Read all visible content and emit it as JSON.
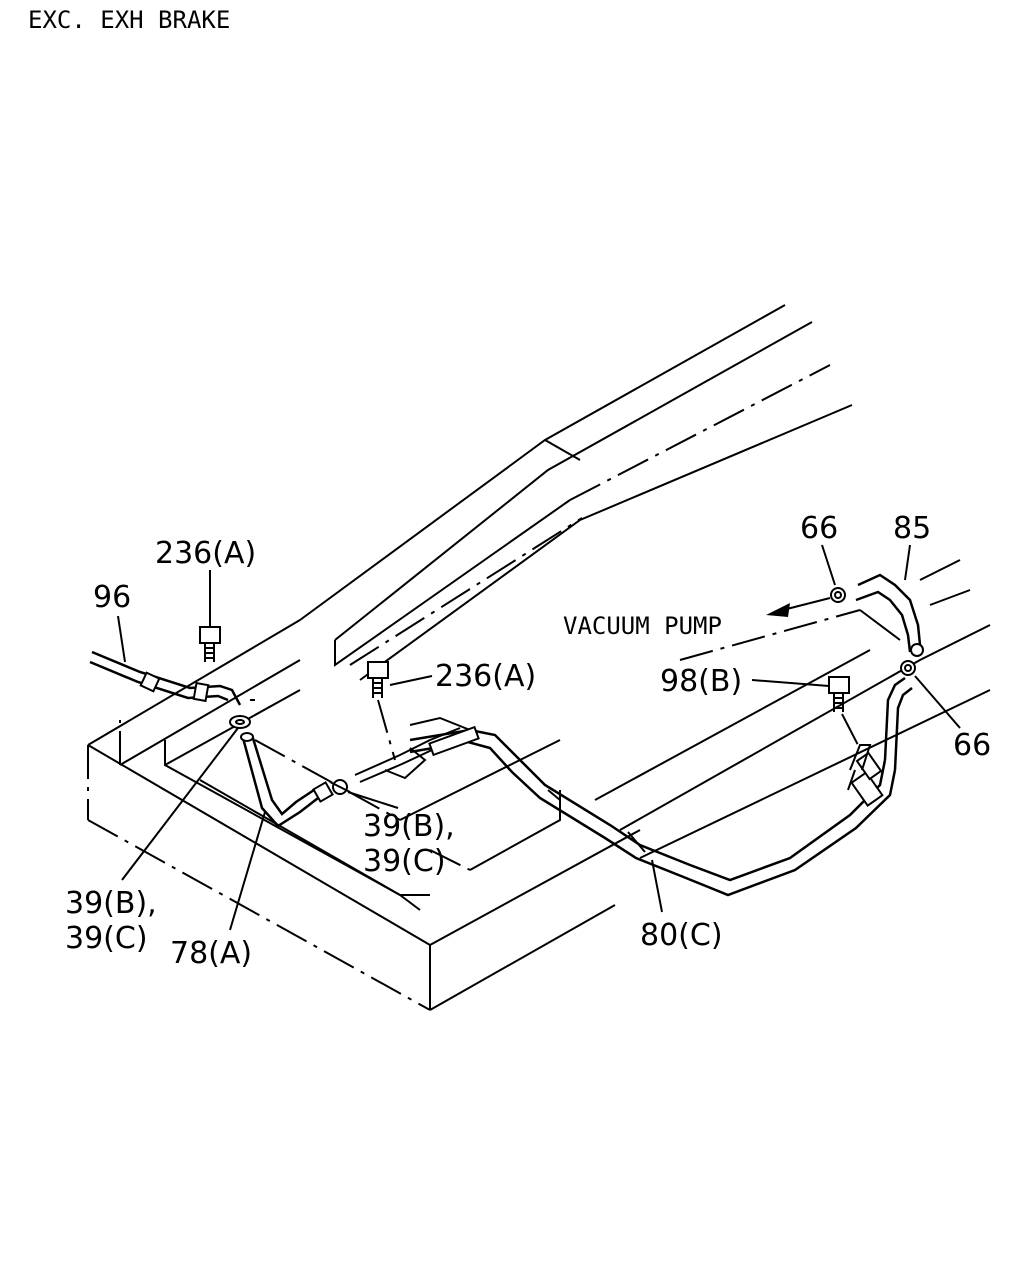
{
  "title": "EXC. EXH BRAKE",
  "note": "VACUUM PUMP",
  "callouts": {
    "p236a_left": "236(A)",
    "p96": "96",
    "p236a_center": "236(A)",
    "p39_center_1": "39(B),",
    "p39_center_2": "39(C)",
    "p39_left_1": "39(B),",
    "p39_left_2": "39(C)",
    "p78a": "78(A)",
    "p80c": "80(C)",
    "p66_top": "66",
    "p85": "85",
    "p98b": "98(B)",
    "p66_right": "66"
  }
}
